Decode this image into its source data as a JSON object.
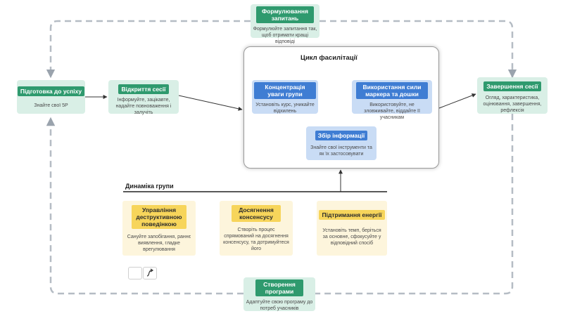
{
  "nodes": {
    "formulating": {
      "title": "Формулювання запитань",
      "desc": "Формулюйте запитання так, щоб отримати кращі відповіді"
    },
    "preparation": {
      "title": "Підготовка до успіху",
      "desc": "Знайте свої 5Р"
    },
    "opening": {
      "title": "Відкриття сесії",
      "desc": "Інформуйте, зацікавте, надайте повноваження і залучіть"
    },
    "closing": {
      "title": "Завершення сесії",
      "desc": "Огляд, характеристика, оцінювання, завершення, рефлексія"
    },
    "program": {
      "title": "Створення програми",
      "desc": "Адаптуйте свою програму до потреб учасників"
    }
  },
  "cycle": {
    "title": "Цикл фасилітації",
    "concentration": {
      "title": "Концентрація уваги групи",
      "desc": "Установіть курс, уникайте відхилень"
    },
    "marker": {
      "title": "Використання сили маркера та дошки",
      "desc": "Використовуйте, не зловживайте, віддайте її учасникам"
    },
    "info": {
      "title": "Збір інформації",
      "desc": "Знайте свої інструменти та як їх застосовувати"
    }
  },
  "dynamics": {
    "title": "Динаміка групи",
    "items": [
      {
        "title": "Управління деструктивною поведінкою",
        "desc": "Сануйте запобігання, раннє виявлення, гладке врегулювання"
      },
      {
        "title": "Досягнення консенсусу",
        "desc": "Створіть процес спрямований на досягнення консенсусу, та дотримуйтеся його"
      },
      {
        "title": "Підтримання енергії",
        "desc": "Установіть темп, беріться за основне, сфокусуйте у відповідний спосіб"
      }
    ]
  },
  "toolbar": {
    "connector_icon": "connector-icon"
  },
  "colors": {
    "green": "#2f9a6e",
    "green_bg": "#d9efe6",
    "blue": "#3f7dd3",
    "blue_bg": "#c9dcf5",
    "yellow": "#f7d55b",
    "yellow_bg": "#fdf5dc",
    "loop": "#b5bcc4"
  }
}
